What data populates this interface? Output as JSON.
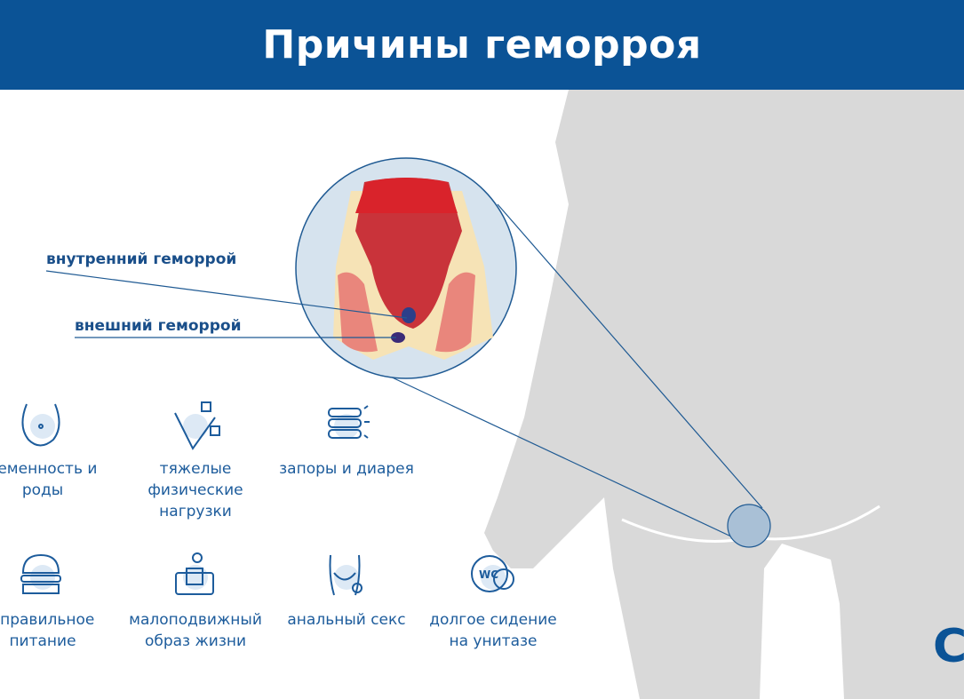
{
  "header": {
    "title": "Причины геморроя"
  },
  "diagram": {
    "labels": {
      "internal": "внутренний геморрой",
      "external": "внешний геморрой"
    }
  },
  "causes": [
    {
      "label": "ременность и\nроды",
      "icon": "pregnant-belly-icon"
    },
    {
      "label": "тяжелые\nфизические\nнагрузки",
      "icon": "weightlifting-icon"
    },
    {
      "label": "запоры и диарея",
      "icon": "intestine-icon"
    },
    {
      "label": "еправильное\nпитание",
      "icon": "burger-icon"
    },
    {
      "label": "малоподвижный\nобраз жизни",
      "icon": "sitting-couch-icon"
    },
    {
      "label": "анальный секс",
      "icon": "pelvis-gender-icon"
    },
    {
      "label": "долгое сидение\nна унитазе",
      "icon": "wc-clock-icon"
    }
  ],
  "logo": {
    "text": "C"
  },
  "colors": {
    "brand": "#0b5396",
    "silhouette": "#d9d9d9",
    "text": "#1d5c9c"
  }
}
